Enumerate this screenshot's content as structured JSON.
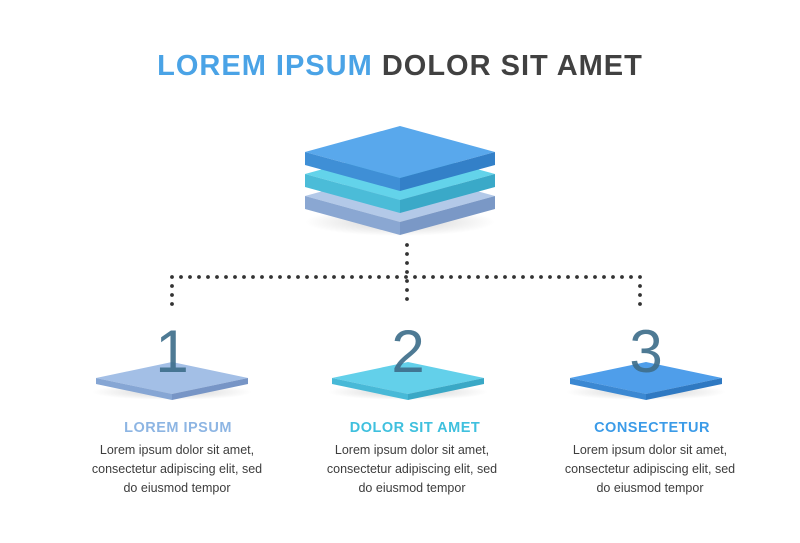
{
  "title": {
    "part1": "LOREM IPSUM",
    "part2": "DOLOR SIT AMET"
  },
  "colors": {
    "title_accent": "#4aa3e6",
    "title_dark": "#414141",
    "layer_top": "#4a9fe6",
    "layer_middle": "#5bcde6",
    "layer_bottom": "#9ab8de",
    "connector_dots": "#333333"
  },
  "steps": [
    {
      "number": "1",
      "heading": "LOREM IPSUM",
      "heading_color": "#8db5e3",
      "lines": [
        "Lorem ipsum dolor sit amet,",
        "consectetur adipiscing elit, sed",
        "do eiusmod tempor"
      ]
    },
    {
      "number": "2",
      "heading": "DOLOR SIT AMET",
      "heading_color": "#3fc0de",
      "lines": [
        "Lorem ipsum dolor sit amet,",
        "consectetur adipiscing elit, sed",
        "do eiusmod tempor"
      ]
    },
    {
      "number": "3",
      "heading": "CONSECTETUR",
      "heading_color": "#3b9be8",
      "lines": [
        "Lorem ipsum dolor sit amet,",
        "consectetur adipiscing elit, sed",
        "do eiusmod tempor"
      ]
    }
  ]
}
